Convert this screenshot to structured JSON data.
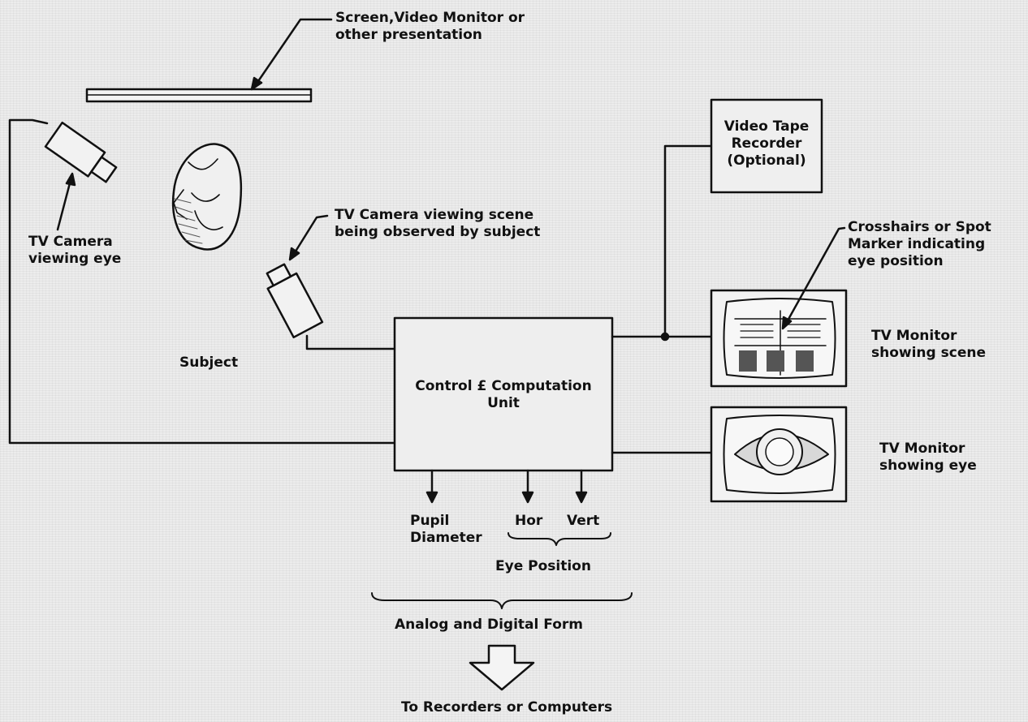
{
  "labels": {
    "screen": "Screen,Video Monitor or\nother presentation",
    "camera_eye": "TV Camera\nviewing eye",
    "camera_scene": "TV Camera viewing scene\nbeing observed by subject",
    "subject": "Subject",
    "control_unit": "Control £ Computation\nUnit",
    "vtr": "Video Tape\nRecorder\n(Optional)",
    "crosshairs": "Crosshairs or Spot\nMarker indicating\neye position",
    "monitor_scene": "TV Monitor\nshowing scene",
    "monitor_eye": "TV Monitor\nshowing eye",
    "pupil": "Pupil\nDiameter",
    "hor": "Hor",
    "vert": "Vert",
    "eye_position": "Eye Position",
    "analog_digital": "Analog and Digital Form",
    "to_recorders": "To Recorders or Computers"
  }
}
